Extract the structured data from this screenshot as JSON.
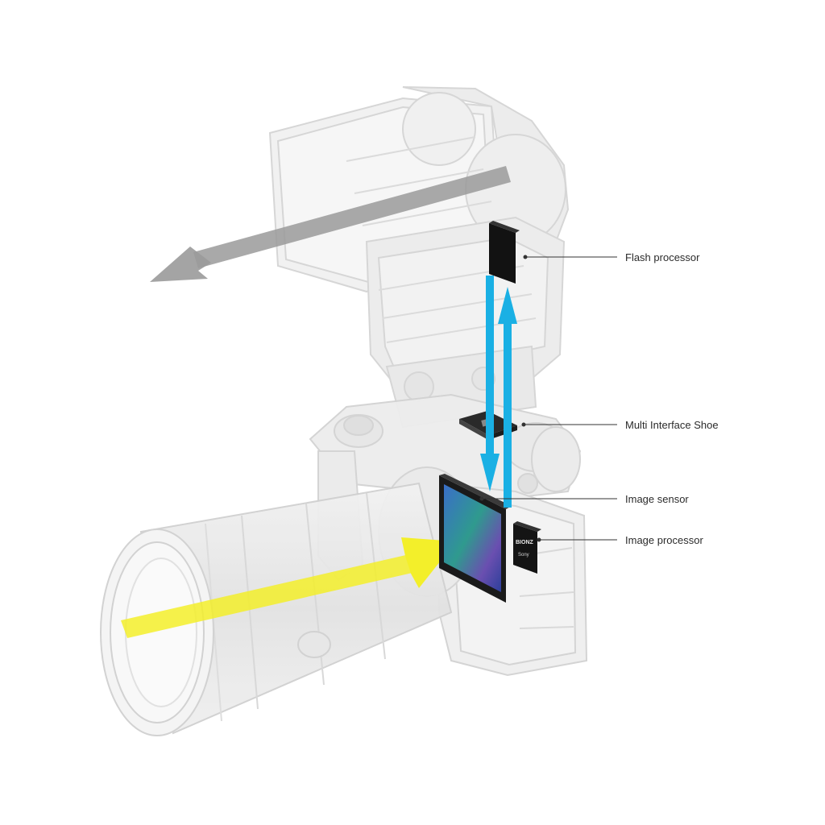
{
  "labels": {
    "flash_processor": "Flash processor",
    "multi_interface_shoe": "Multi Interface Shoe",
    "image_sensor": "Image sensor",
    "image_processor": "Image processor"
  },
  "chip_text": {
    "brand": "BIONZ",
    "maker": "Sony"
  },
  "colors": {
    "flash_signal": "#1ab0e4",
    "light_path": "#f3ef2a",
    "flash_output": "#9a9a9a",
    "chip": "#1a1a1a",
    "ghost_body": "#dcdcdc",
    "callout_line": "#333333"
  }
}
